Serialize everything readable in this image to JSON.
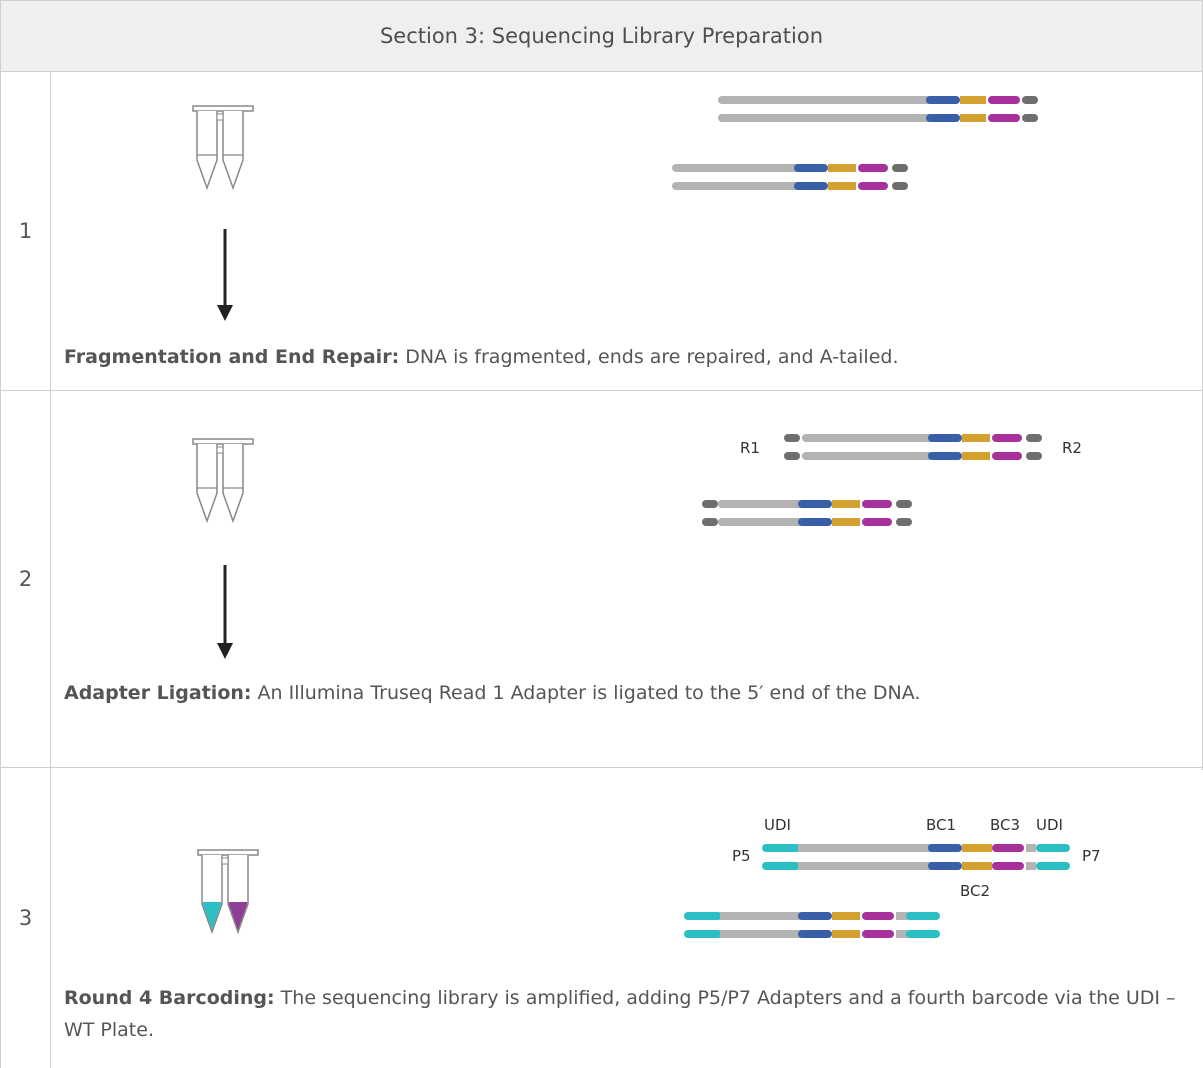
{
  "header": {
    "title": "Section 3: Sequencing Library Preparation"
  },
  "rows": [
    {
      "number": "1",
      "title": "Fragmentation and End Repair:",
      "text": " DNA is fragmented, ends are repaired, and A-tailed."
    },
    {
      "number": "2",
      "title": "Adapter Ligation:",
      "text": " An Illumina Truseq Read 1 Adapter is ligated to the 5′ end of the DNA.",
      "labels": {
        "left": "R1",
        "right": "R2"
      }
    },
    {
      "number": "3",
      "title": "Round 4 Barcoding:",
      "text": " The sequencing library is amplified, adding P5/P7 Adapters and a fourth barcode via the UDI – WT Plate.",
      "labels": {
        "udi_left": "UDI",
        "bc1": "BC1",
        "bc3": "BC3",
        "udi_right": "UDI",
        "p5": "P5",
        "p7": "P7",
        "bc2": "BC2"
      }
    }
  ],
  "colors": {
    "gray": "#b3b3b3",
    "dark_gray": "#6e6e6e",
    "blue": "#3a5fa9",
    "gold": "#d4a12e",
    "magenta": "#a8309a",
    "cyan": "#2bbfc4",
    "purple": "#8e3f95",
    "border": "#cfcfcf"
  }
}
